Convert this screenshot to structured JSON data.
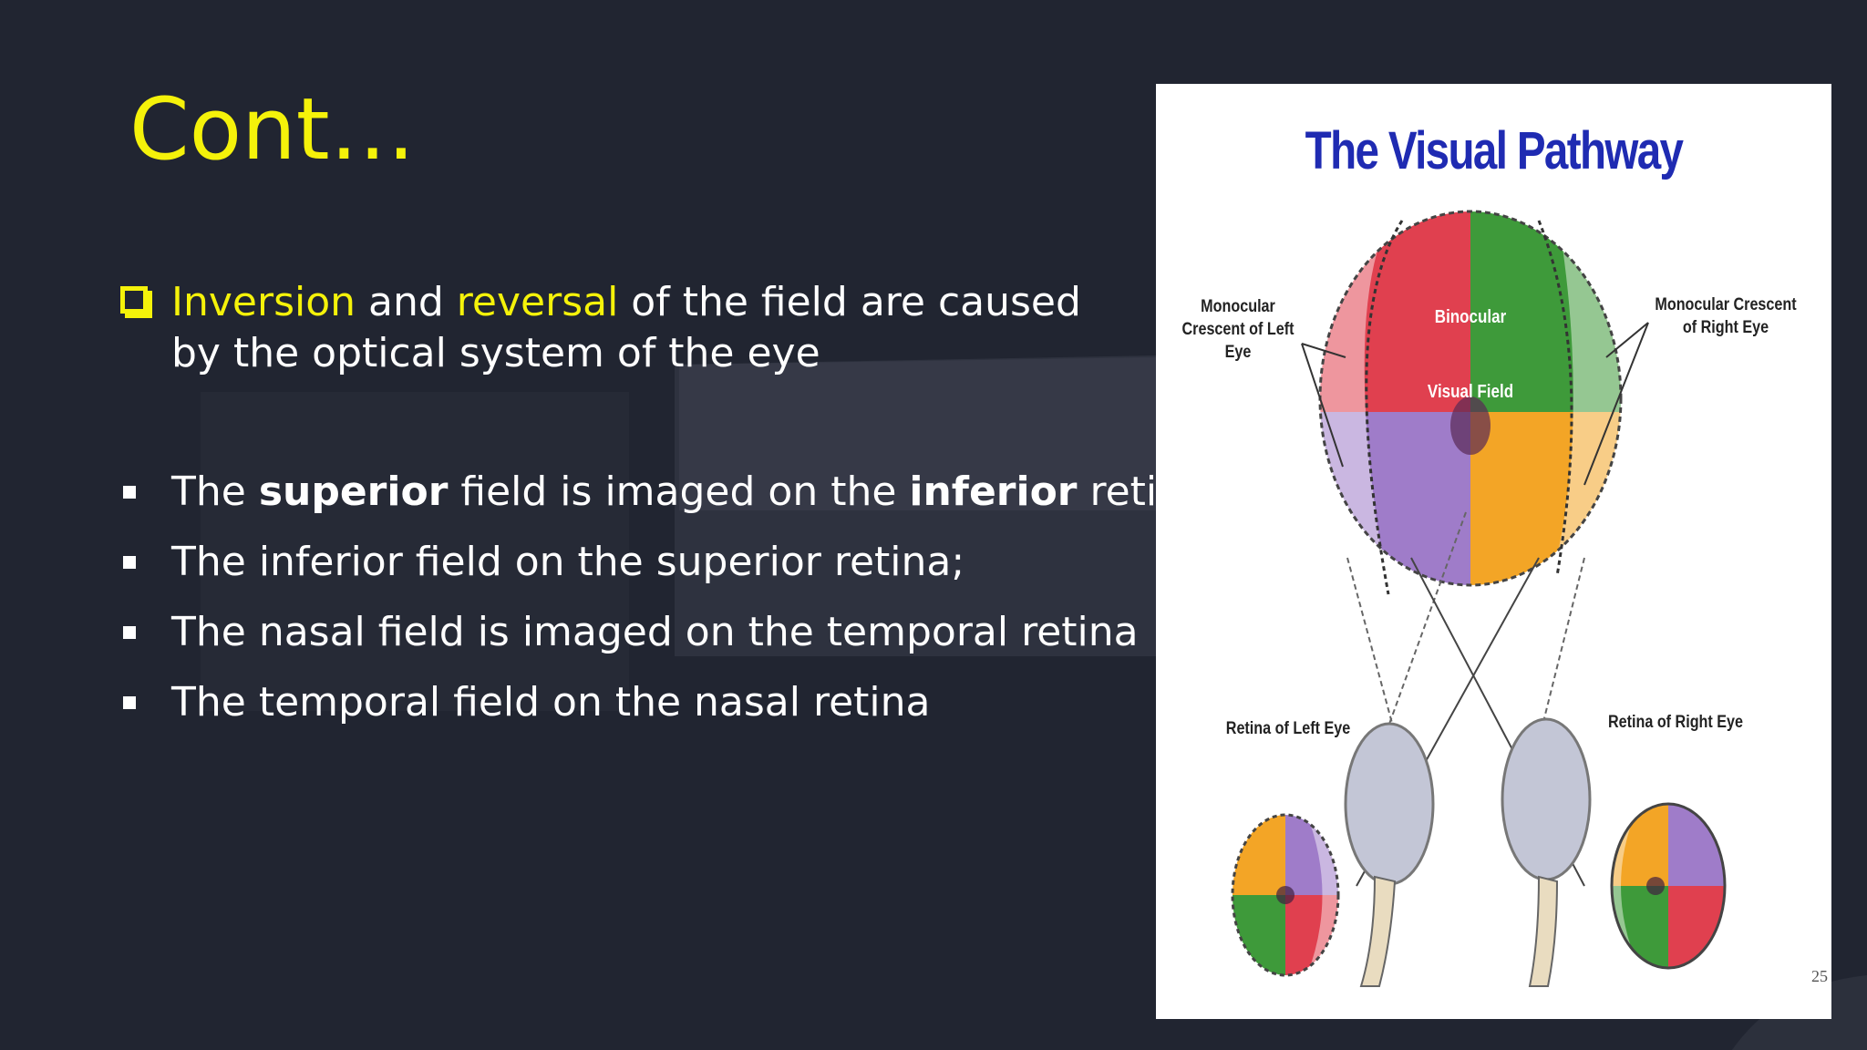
{
  "slide": {
    "title": "Cont…",
    "intro": {
      "parts": [
        "Inversion",
        " and ",
        "reversal",
        " of the field are caused by the optical system of the eye"
      ]
    },
    "bullets": [
      {
        "parts": [
          "The ",
          "superior",
          " field is imaged on the ",
          "inferior",
          " retina"
        ]
      },
      {
        "text": "The inferior field on the superior retina;"
      },
      {
        "text": "The nasal field is imaged on the temporal retina"
      },
      {
        "text": "The temporal field on the nasal retina"
      }
    ]
  },
  "figure": {
    "title": "The Visual Pathway",
    "labels": {
      "left_crescent": "Monocular Crescent of Left Eye",
      "right_crescent": "Monocular Crescent of Right Eye",
      "binocular": "Binocular",
      "visual_field": "Visual Field",
      "retina_left": "Retina of Left Eye",
      "retina_right": "Retina of Right Eye"
    },
    "page_number": "25"
  },
  "colors": {
    "background": "#212531",
    "accent_yellow": "#f5f20a",
    "figure_title_blue": "#1f2bb2",
    "quadrant_red": "#e0404f",
    "quadrant_green": "#3e9a3a",
    "quadrant_purple": "#9f7cc9",
    "quadrant_orange": "#f3a526"
  }
}
